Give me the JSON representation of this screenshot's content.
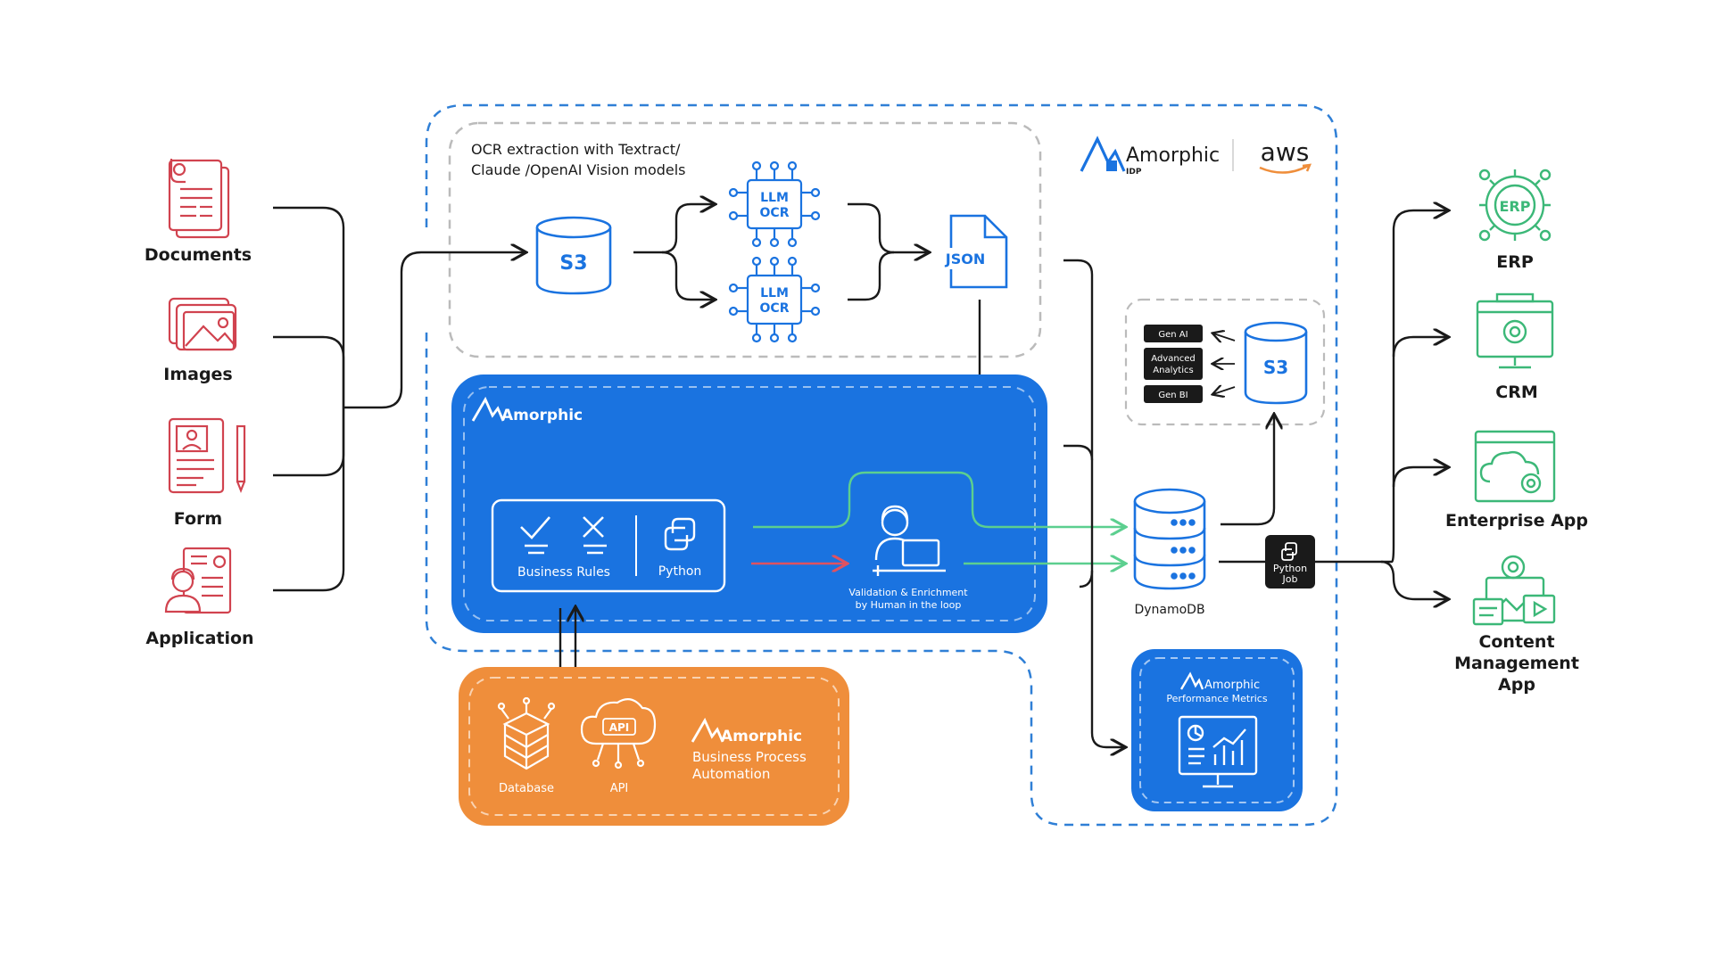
{
  "colors": {
    "red": "#d1434f",
    "blue": "#1a73e0",
    "blue_dark": "#1565c0",
    "green": "#3cb878",
    "orange": "#ef8e3b",
    "black": "#1a1a1a",
    "dashed_blue": "#2f7fd6",
    "dashed_gray": "#bbbbbb",
    "human_red": "#e05260",
    "human_green": "#5ccf8f"
  },
  "inputs": [
    {
      "label": "Documents",
      "icon": "document-icon"
    },
    {
      "label": "Images",
      "icon": "images-icon"
    },
    {
      "label": "Form",
      "icon": "form-icon"
    },
    {
      "label": "Application",
      "icon": "application-icon"
    }
  ],
  "ocr": {
    "caption_line1": "OCR extraction with Textract/",
    "caption_line2": "Claude /OpenAI Vision models",
    "s3_label": "S3",
    "chip1_line1": "LLM",
    "chip1_line2": "OCR",
    "chip2_line1": "LLM",
    "chip2_line2": "OCR",
    "json_label": "JSON"
  },
  "branding": {
    "amorphic_name": "Amorphic",
    "amorphic_sub": "IDP",
    "aws_name": "aws"
  },
  "blue_panel": {
    "brand": "Amorphic",
    "business_rules": "Business Rules",
    "python": "Python",
    "human_line1": "Validation & Enrichment",
    "human_line2": "by Human in the loop"
  },
  "orange_panel": {
    "database": "Database",
    "api": "API",
    "api_badge": "API",
    "brand": "Amorphic",
    "line1": "Business Process",
    "line2": "Automation"
  },
  "analytics": {
    "gen_ai": "Gen AI",
    "advanced_line1": "Advanced",
    "advanced_line2": "Analytics",
    "gen_bi": "Gen BI",
    "s3_label": "S3"
  },
  "storage": {
    "dynamodb": "DynamoDB",
    "python_job_line1": "Python",
    "python_job_line2": "Job"
  },
  "metrics": {
    "brand": "Amorphic",
    "subtitle": "Performance Metrics"
  },
  "outputs": [
    {
      "label": "ERP",
      "icon": "erp-icon",
      "badge": "ERP"
    },
    {
      "label": "CRM",
      "icon": "crm-icon"
    },
    {
      "label": "Enterprise App",
      "icon": "enterprise-app-icon"
    },
    {
      "label_line1": "Content",
      "label_line2": "Management",
      "label_line3": "App",
      "icon": "content-management-icon"
    }
  ]
}
